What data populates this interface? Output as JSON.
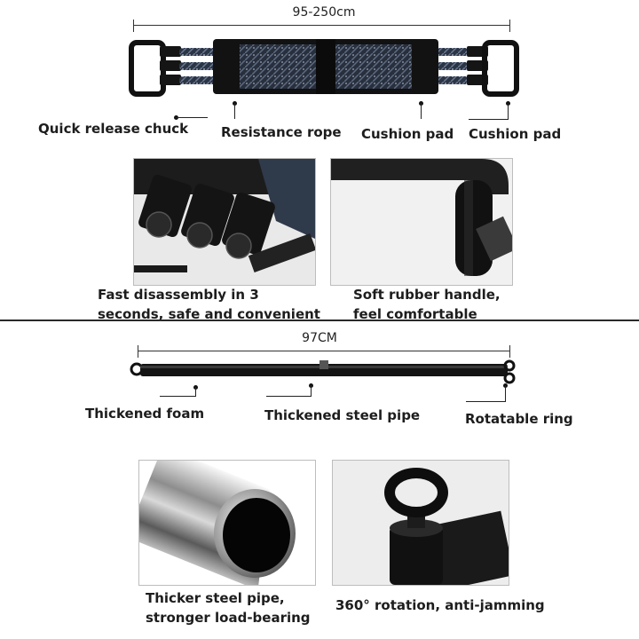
{
  "top_product": {
    "length_label": "95-250cm",
    "callouts": [
      "Quick release chuck",
      "Resistance rope",
      "Cushion pad",
      "Cushion pad"
    ]
  },
  "detail_photos_top": [
    {
      "caption_lines": [
        "Fast disassembly in 3",
        "seconds, safe and convenient"
      ]
    },
    {
      "caption_lines": [
        "Soft rubber handle,",
        "feel comfortable"
      ]
    }
  ],
  "bar_product": {
    "length_label": "97CM",
    "callouts": [
      "Thickened foam",
      "Thickened steel pipe",
      "Rotatable ring"
    ]
  },
  "detail_photos_bottom": [
    {
      "caption_lines": [
        "Thicker steel pipe,",
        "stronger load-bearing"
      ]
    },
    {
      "caption_lines": [
        "360° rotation, anti-jamming"
      ]
    }
  ],
  "colors": {
    "product_black": "#151515",
    "rope_pattern": "#3a4658",
    "text": "#1d1d1d"
  }
}
